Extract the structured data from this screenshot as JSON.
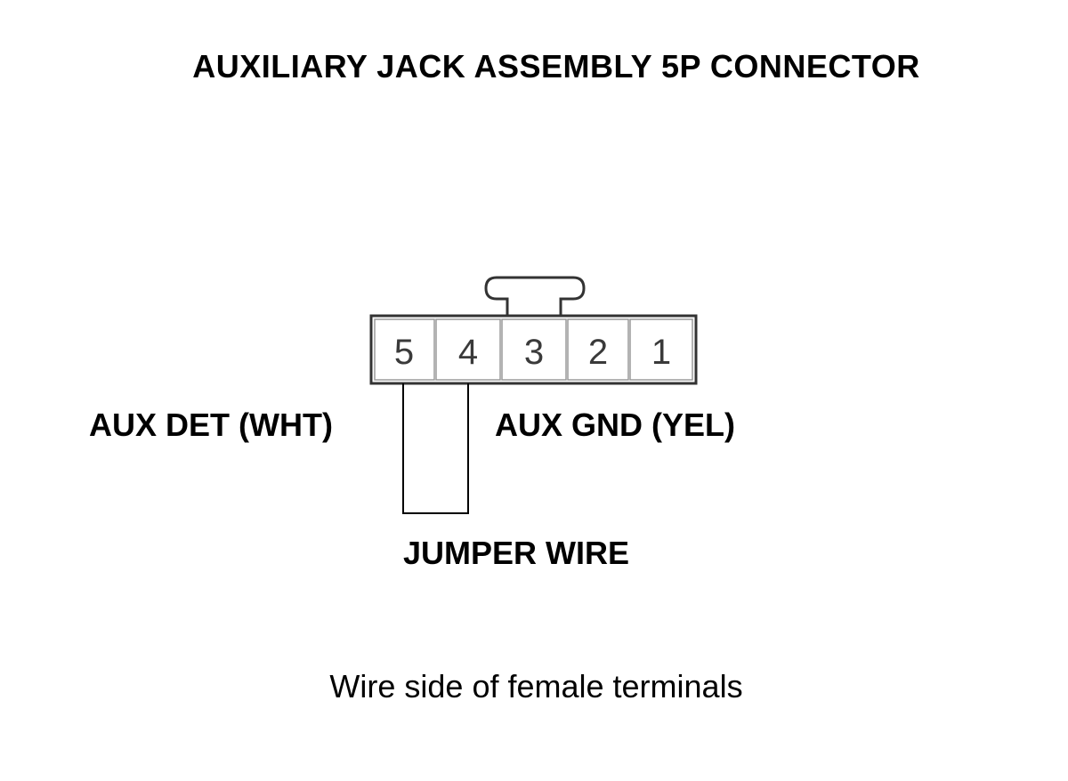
{
  "title": "AUXILIARY JACK ASSEMBLY 5P CONNECTOR",
  "connector": {
    "pins": [
      "5",
      "4",
      "3",
      "2",
      "1"
    ]
  },
  "labels": {
    "aux_det": "AUX DET (WHT)",
    "aux_gnd": "AUX GND (YEL)",
    "jumper": "JUMPER WIRE"
  },
  "caption": "Wire side of female terminals"
}
